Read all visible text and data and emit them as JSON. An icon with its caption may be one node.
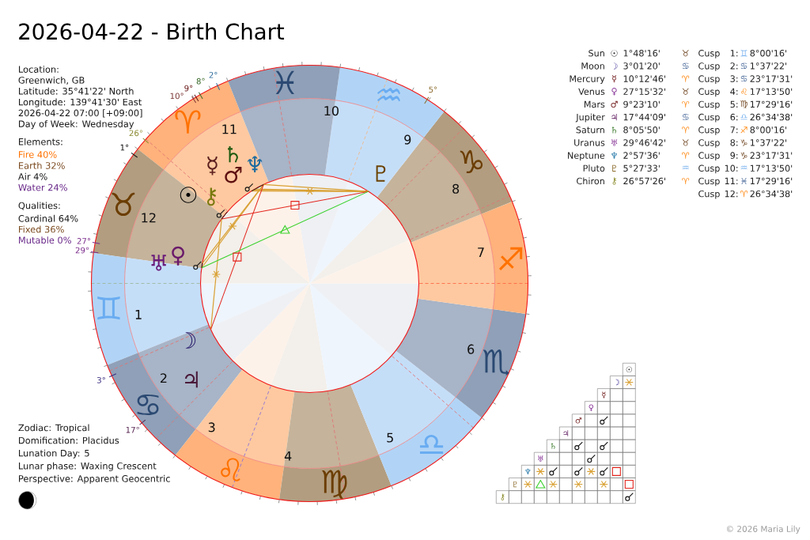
{
  "diagram": {
    "title": "2026-04-22 - Birth Chart",
    "labels": [
      "Location:",
      "Greenwich, GB",
      "Latitude: 35°41'22' North",
      "Longitude: 139°41'30' East",
      "2026-04-22 07:00 [+09:00]",
      "Day of Week: Wednesday",
      "Elements:",
      "Fire 40%",
      "Earth 32%",
      "Air 4%",
      "Water 24%",
      "Qualities:",
      "Cardinal 64%",
      "Fixed 36%",
      "Mutable 0%",
      "♈",
      "♉",
      "♊",
      "♋",
      "♌",
      "♍",
      "♎",
      "♏",
      "♐",
      "♑",
      "♒",
      "♓",
      "1°",
      "3°",
      "10°",
      "27°",
      "9°",
      "17°",
      "8°",
      "29°",
      "2°",
      "5°",
      "26°",
      "1",
      "2",
      "3",
      "4",
      "5",
      "6",
      "7",
      "8",
      "9",
      "10",
      "11",
      "12",
      "☉",
      "☽",
      "☿",
      "♀",
      "♂",
      "♃",
      "♄",
      "♅",
      "♆",
      "♇",
      "⚷",
      "Sun",
      "☉",
      "1°48'16'",
      "♉",
      "Cusp",
      "1:",
      "♊",
      "8°00'16'",
      "Moon",
      "☽",
      "3°01'20'",
      "♋",
      "Cusp",
      "2:",
      "♋",
      "1°37'22'",
      "Mercury",
      "☿",
      "10°12'46'",
      "♈",
      "Cusp",
      "3:",
      "♋",
      "23°17'31'",
      "Venus",
      "♀",
      "27°15'32'",
      "♉",
      "Cusp",
      "4:",
      "♌",
      "17°13'50'",
      "Mars",
      "♂",
      "9°23'10'",
      "♈",
      "Cusp",
      "5:",
      "♍",
      "17°29'16'",
      "Jupiter",
      "♃",
      "17°44'09'",
      "♋",
      "Cusp",
      "6:",
      "♎",
      "26°34'38'",
      "Saturn",
      "♄",
      "8°05'50'",
      "♈",
      "Cusp",
      "7:",
      "♐",
      "8°00'16'",
      "Uranus",
      "♅",
      "29°46'42'",
      "♉",
      "Cusp",
      "8:",
      "♑",
      "1°37'22'",
      "Neptune",
      "♆",
      "2°57'36'",
      "♈",
      "Cusp",
      "9:",
      "♑",
      "23°17'31'",
      "Pluto",
      "♇",
      "5°27'33'",
      "♒",
      "Cusp",
      "10:",
      "♒",
      "17°13'50'",
      "Chiron",
      "⚷",
      "26°57'26'",
      "♈",
      "Cusp",
      "11:",
      "♓",
      "17°29'16'",
      "Cusp",
      "12:",
      "♈",
      "26°34'38'",
      "Zodiac: Tropical",
      "Domification: Placidus",
      "Lunation Day: 5",
      "Lunar phase: Waxing Crescent",
      "Perspective: Apparent Geocentric",
      "☉",
      "☽",
      "☿",
      "♀",
      "♂",
      "♃",
      "♄",
      "♅",
      "♆",
      "♇",
      "⚷",
      "© 2026 Maria Lily"
    ]
  }
}
